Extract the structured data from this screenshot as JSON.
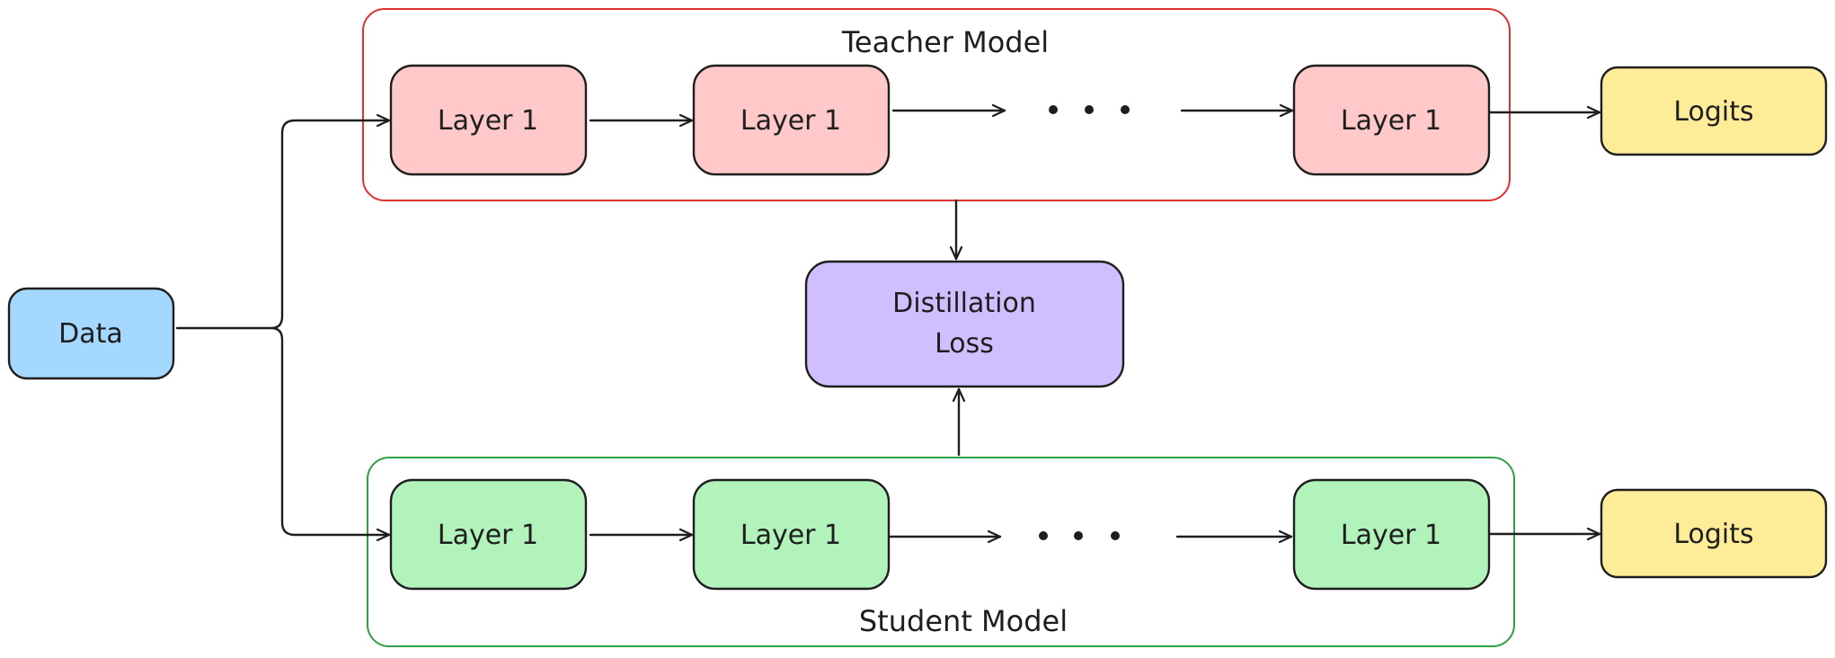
{
  "title": "Knowledge Distillation",
  "colors": {
    "stroke": "#1e1e1e",
    "data_fill": "#a5d8ff",
    "teacher_fill": "#ffc9c9",
    "student_fill": "#b2f2bb",
    "loss_fill": "#d0bfff",
    "logits_fill": "#ffec99",
    "teacher_border": "#e03131",
    "student_border": "#2f9e44"
  },
  "input": {
    "label": "Data"
  },
  "teacher": {
    "group_label": "Teacher Model",
    "layers": [
      {
        "label": "Layer 1"
      },
      {
        "label": "Layer 1"
      },
      {
        "label": "Layer 1"
      }
    ],
    "ellipsis": "• • •",
    "output": {
      "label": "Logits"
    }
  },
  "student": {
    "group_label": "Student Model",
    "layers": [
      {
        "label": "Layer 1"
      },
      {
        "label": "Layer 1"
      },
      {
        "label": "Layer 1"
      }
    ],
    "ellipsis": "• • •",
    "output": {
      "label": "Logits"
    }
  },
  "loss": {
    "label_lines": [
      "Distillation",
      "Loss"
    ]
  }
}
